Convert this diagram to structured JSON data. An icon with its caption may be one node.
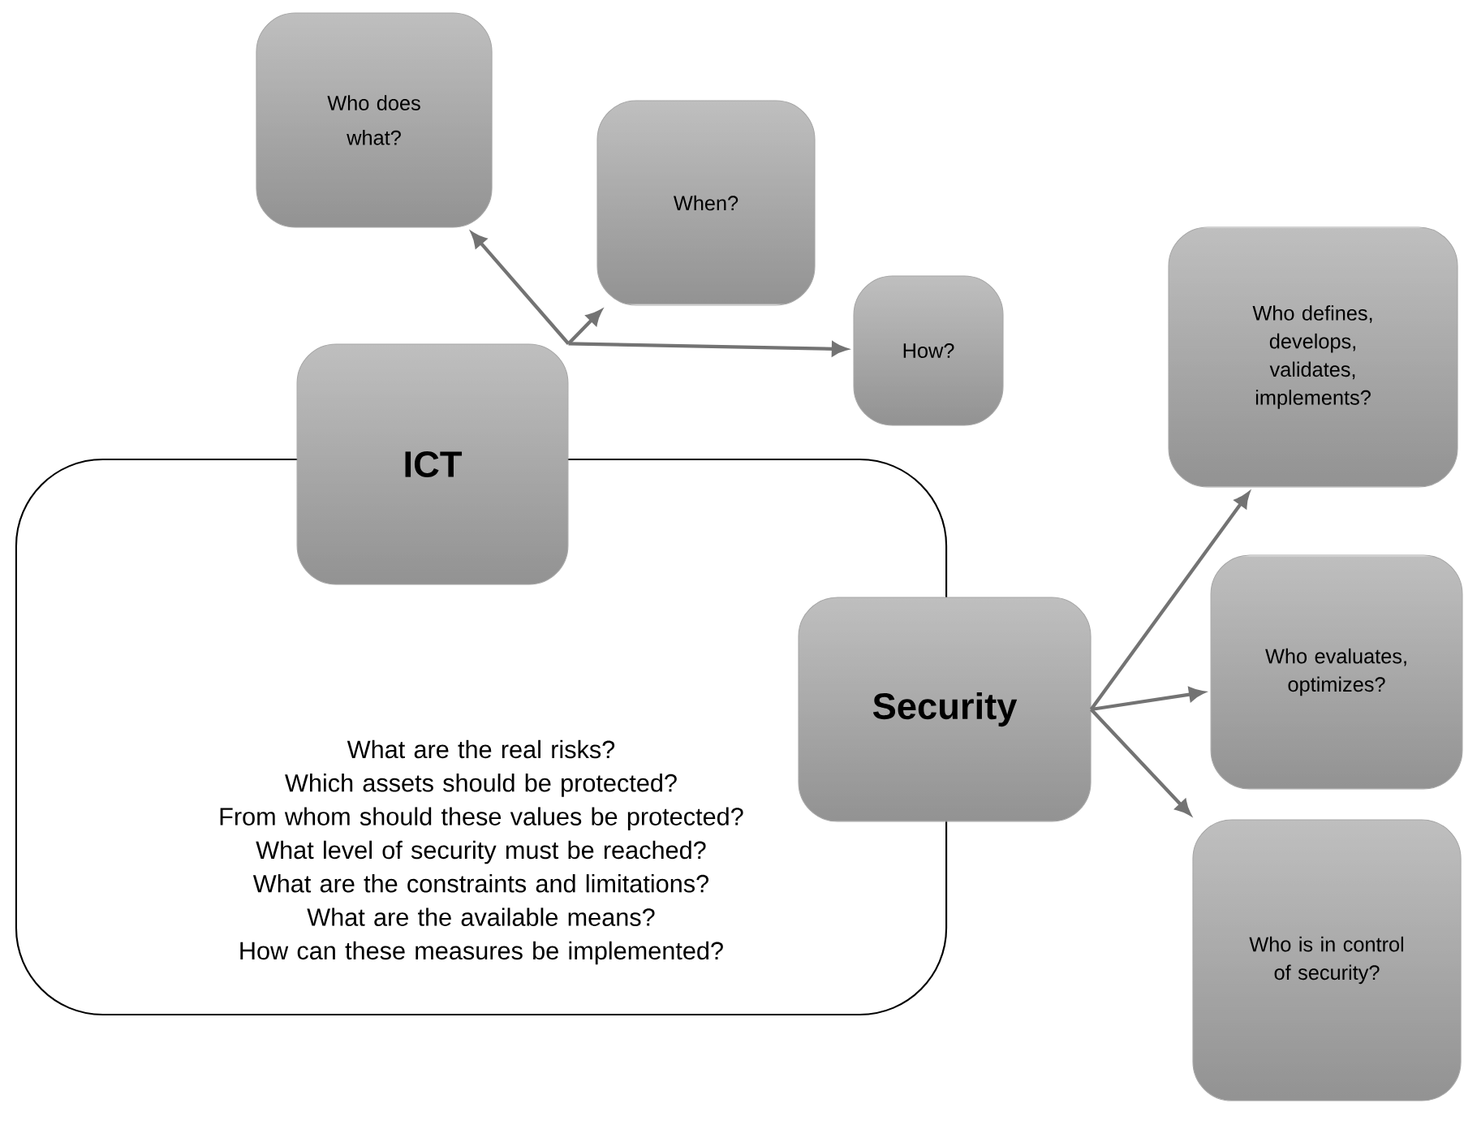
{
  "diagram": {
    "nodes": [
      {
        "text": [
          "What are the real risks?",
          "Which assets should be protected?",
          "From whom should these values be protected?",
          "What level of security must be reached?",
          "What are the constraints and limitations?",
          "What are the available means?",
          "How can these measures be implemented?"
        ]
      },
      {
        "text": [
          "ICT"
        ]
      },
      {
        "text": [
          "Who does what?"
        ]
      },
      {
        "text": [
          "When?"
        ]
      },
      {
        "text": [
          "How?"
        ]
      },
      {
        "text": [
          "Security"
        ]
      },
      {
        "text": [
          "Who defines, develops, validates, implements?"
        ]
      },
      {
        "text": [
          "Who evaluates, optimizes?"
        ]
      },
      {
        "text": [
          "Who is in control of security?"
        ]
      }
    ],
    "edges": [
      {
        "from": 1,
        "to": 2,
        "arrow": "to"
      },
      {
        "from": 1,
        "to": 3,
        "arrow": "to"
      },
      {
        "from": 1,
        "to": 4,
        "arrow": "to"
      },
      {
        "from": 5,
        "to": 6,
        "arrow": "to"
      },
      {
        "from": 5,
        "to": 7,
        "arrow": "to"
      },
      {
        "from": 5,
        "to": 8,
        "arrow": "to"
      }
    ]
  }
}
